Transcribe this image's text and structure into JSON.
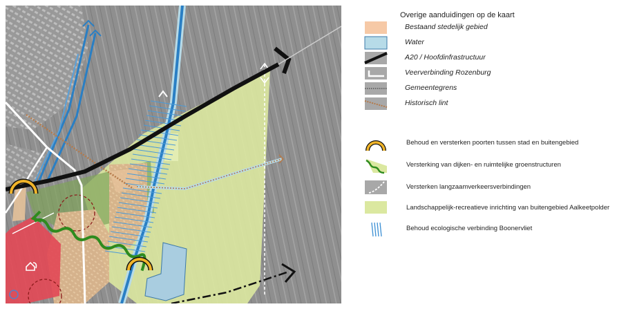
{
  "legend": {
    "title": "Overige aanduidingen op de kaart",
    "items": [
      {
        "label": "Bestaand stedelijk gebied",
        "icon": "urban-area-swatch",
        "color": "#f6c9a6"
      },
      {
        "label": "Water",
        "icon": "water-swatch",
        "color": "#b7dbe8"
      },
      {
        "label": "A20 / Hoofdinfrastructuur",
        "icon": "motorway-swatch",
        "color": "#111111"
      },
      {
        "label": "Veerverbinding Rozenburg",
        "icon": "ferry-swatch",
        "color": "#ffffff"
      },
      {
        "label": "Gemeentegrens",
        "icon": "municipal-border-swatch",
        "color": "#444444"
      },
      {
        "label": "Historisch lint",
        "icon": "historic-ribbon-swatch",
        "color": "#b57a4a"
      }
    ],
    "measures": [
      {
        "label": "Behoud en versterken poorten tussen stad en buitengebied",
        "icon": "gateway-arch-icon",
        "color": "#f0b429"
      },
      {
        "label": "Versterking van dijken- en ruimtelijke groenstructuren",
        "icon": "green-structure-icon",
        "color": "#2e8b1e"
      },
      {
        "label": "Versterken langzaamverkeersverbindingen",
        "icon": "slow-traffic-icon",
        "color": "#ffffff"
      },
      {
        "label": "Landschappelijk-recreatieve inrichting van buitengebied Aalkeetpolder",
        "icon": "recreation-area-swatch",
        "color": "#dbe8a0"
      },
      {
        "label": "Behoud ecologische verbinding Boonervliet",
        "icon": "ecological-link-icon",
        "color": "#3b8fd4"
      }
    ]
  },
  "colors": {
    "urban": "#f6c9a6",
    "water": "#b7dbe8",
    "recreation": "#dbe8a0",
    "green": "#2e8b1e",
    "arch": "#f0b429",
    "canal": "#2a7fc4",
    "redzone": "#e24a57"
  }
}
